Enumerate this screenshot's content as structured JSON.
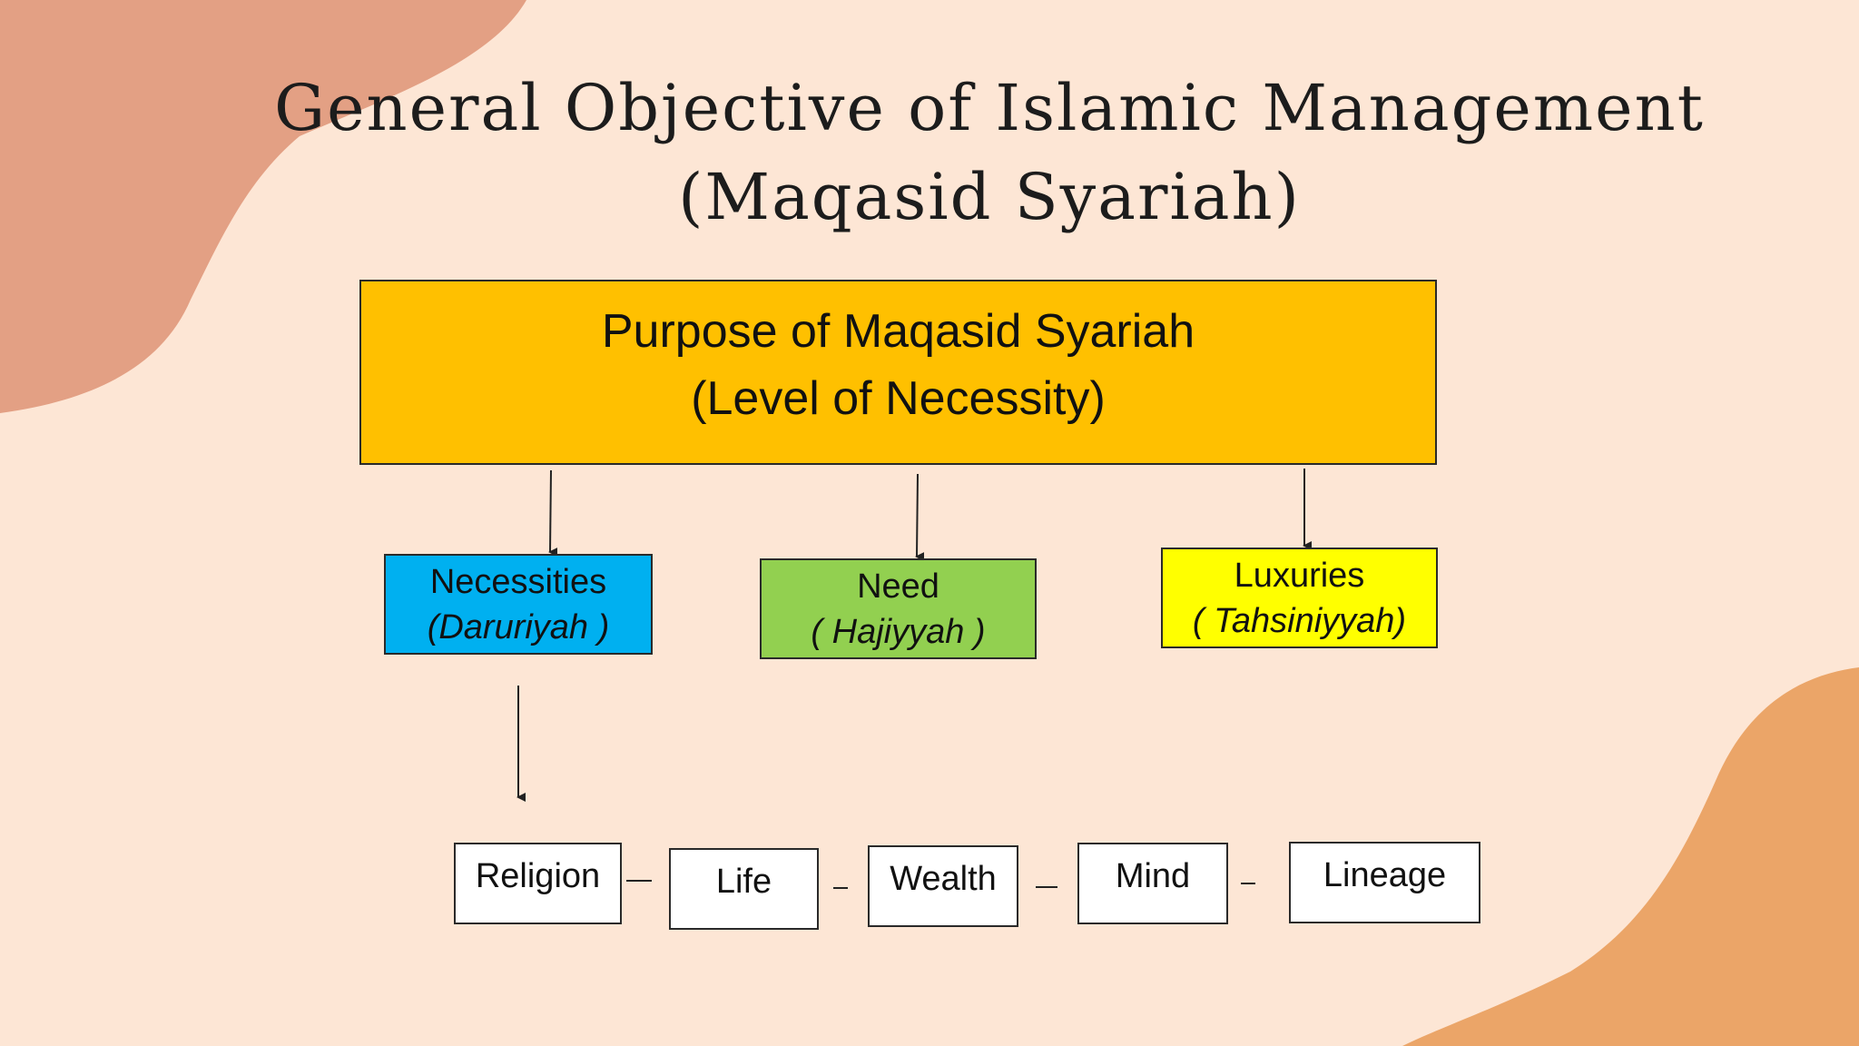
{
  "slide": {
    "title_line1": "General Objective of Islamic Management",
    "title_line2": "(Maqasid Syariah)"
  },
  "purpose": {
    "line1": "Purpose of Maqasid Syariah",
    "line2": "(Level of Necessity)"
  },
  "levels": [
    {
      "name": "Necessities",
      "arabic": "(Daruriyah )",
      "color": "#00b0f0"
    },
    {
      "name": "Need",
      "arabic": "( Hajiyyah )",
      "color": "#92d050"
    },
    {
      "name": "Luxuries",
      "arabic": "( Tahsiniyyah)",
      "color": "#ffff00"
    }
  ],
  "elements": [
    "Religion",
    "Life",
    "Wealth",
    "Mind",
    "Lineage"
  ],
  "colors": {
    "background": "#fde6d5",
    "blob_top_left": "#e3a084",
    "blob_bottom_right": "#eba568",
    "purpose_box": "#ffc000"
  }
}
